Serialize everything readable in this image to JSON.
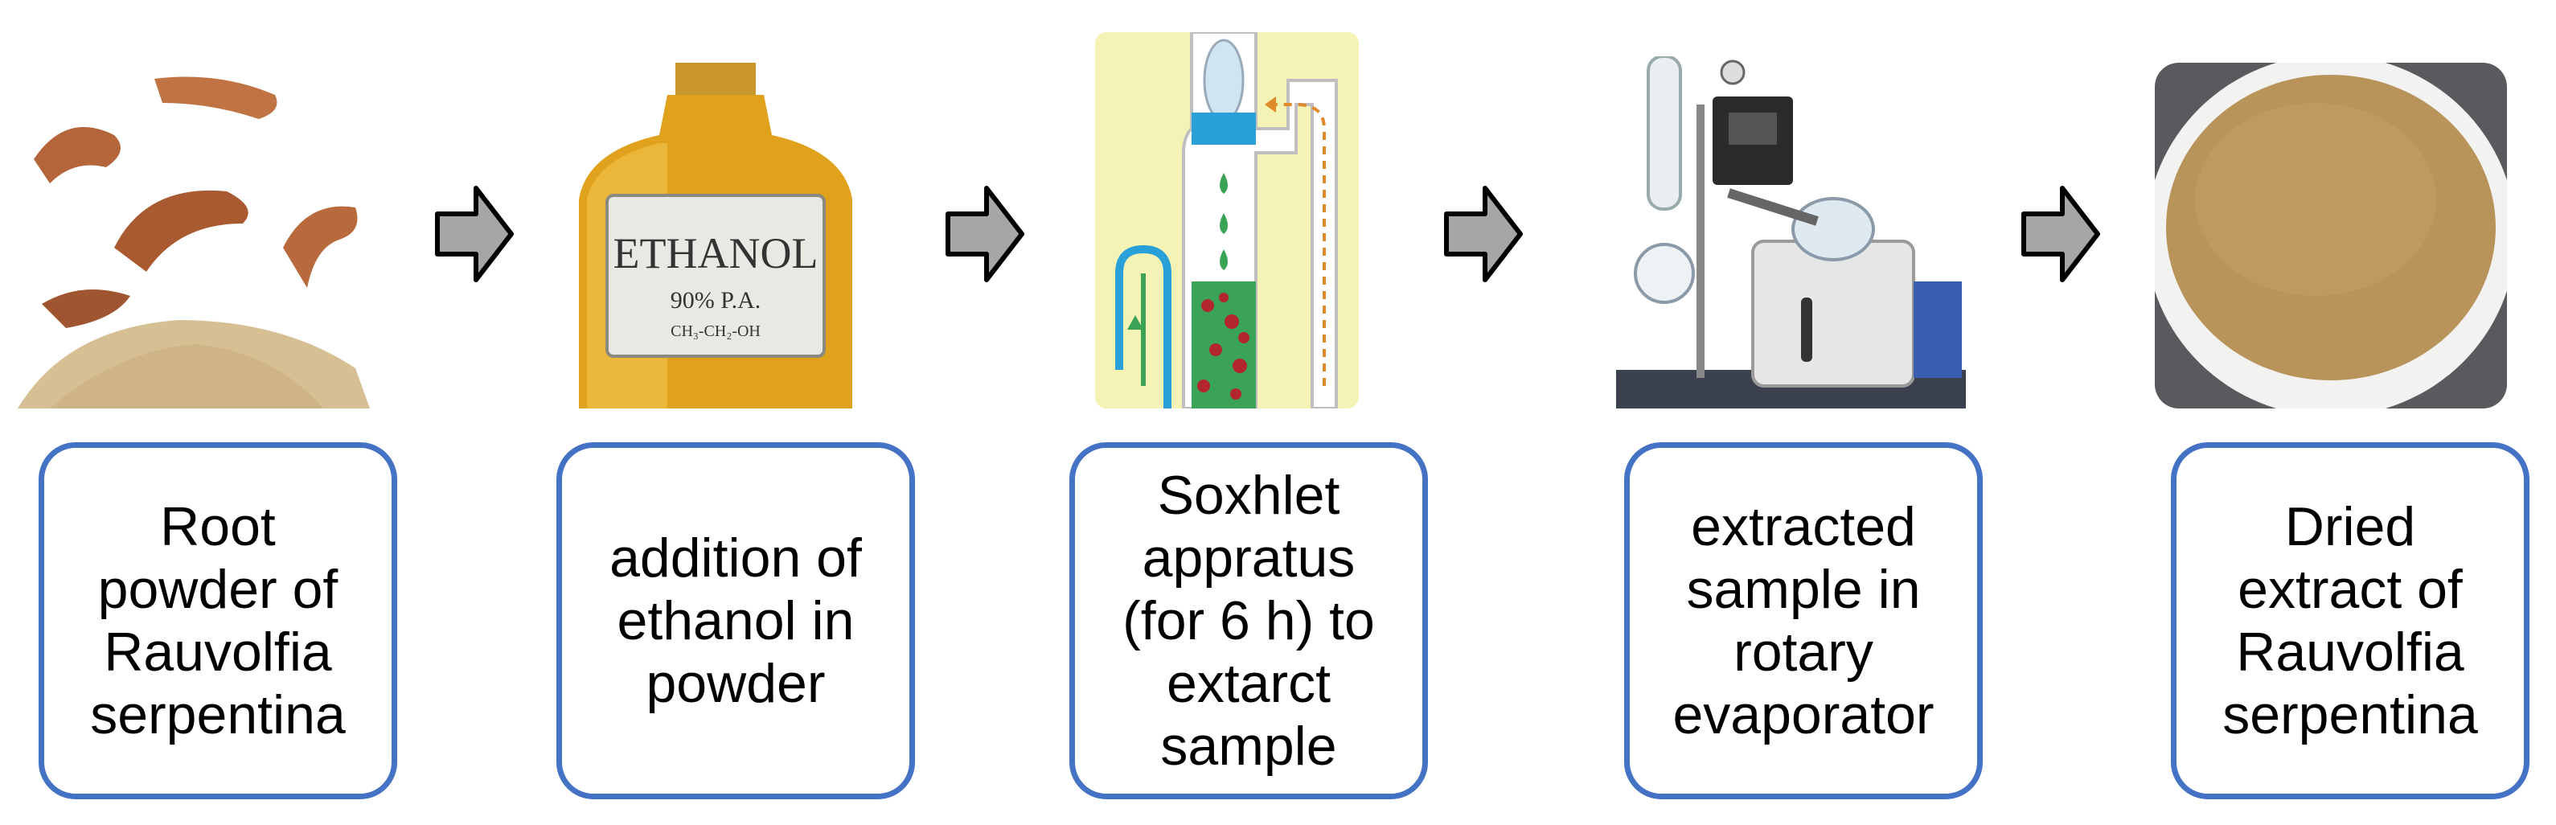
{
  "steps": [
    {
      "icon": "root-powder-photo",
      "lines": [
        "Root",
        "powder of",
        "Rauvolfia",
        "serpentina"
      ]
    },
    {
      "icon": "ethanol-bottle-photo",
      "lines": [
        "addition of",
        "ethanol in",
        "powder"
      ],
      "bottle_label": {
        "name": "ETHANOL",
        "conc": "90% P.A.",
        "formula": "CH₃-CH₂-OH"
      }
    },
    {
      "icon": "soxhlet-apparatus-diagram",
      "lines": [
        "Soxhlet",
        "appratus",
        "(for 6 h) to",
        "extarct",
        "sample"
      ]
    },
    {
      "icon": "rotary-evaporator-photo",
      "lines": [
        "extracted",
        "sample in",
        "rotary",
        "evaporator"
      ]
    },
    {
      "icon": "dried-extract-photo",
      "lines": [
        "Dried",
        "extract of",
        "Rauvolfia",
        "serpentina"
      ]
    }
  ],
  "arrow_icon": "right-arrow-icon",
  "colors": {
    "box_border": "#4472c4",
    "arrow_fill": "#a6a6a6",
    "arrow_stroke": "#000000"
  }
}
